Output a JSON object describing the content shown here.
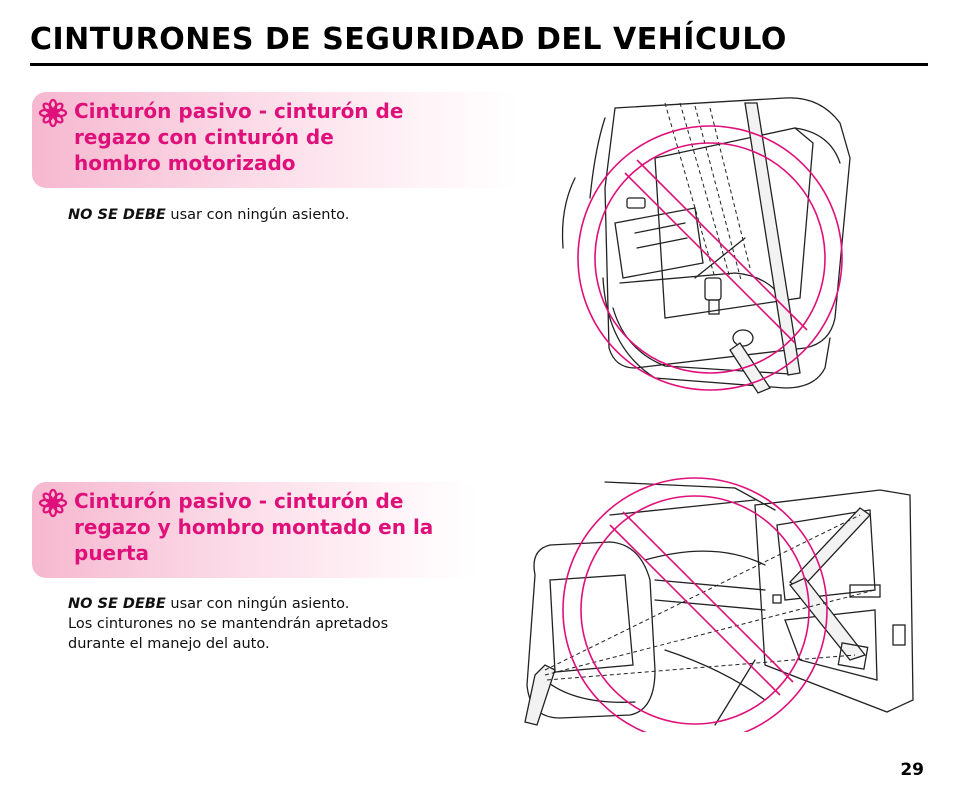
{
  "title": "CINTURONES DE SEGURIDAD DEL VEHÍCULO",
  "sections": [
    {
      "header_lines": [
        "Cinturón pasivo - cinturón de",
        "regazo con cinturón de",
        "hombro motorizado"
      ],
      "warning": "NO SE DEBE",
      "text": " usar con ningún asiento.",
      "extra_lines": []
    },
    {
      "header_lines": [
        "Cinturón pasivo - cinturón de",
        "regazo y hombro montado en la",
        "puerta"
      ],
      "warning": "NO SE DEBE",
      "text": " usar con ningún asiento.",
      "extra_lines": [
        "Los cinturones no se mantendrán apretados",
        "durante el manejo del auto."
      ]
    }
  ],
  "page_number": "29",
  "colors": {
    "accent": "#e0107a",
    "header_gradient_start": "#f6b8cf",
    "prohibition": "#e0107a"
  },
  "icons": [
    "flower-bullet-icon",
    "prohibition-icon"
  ]
}
